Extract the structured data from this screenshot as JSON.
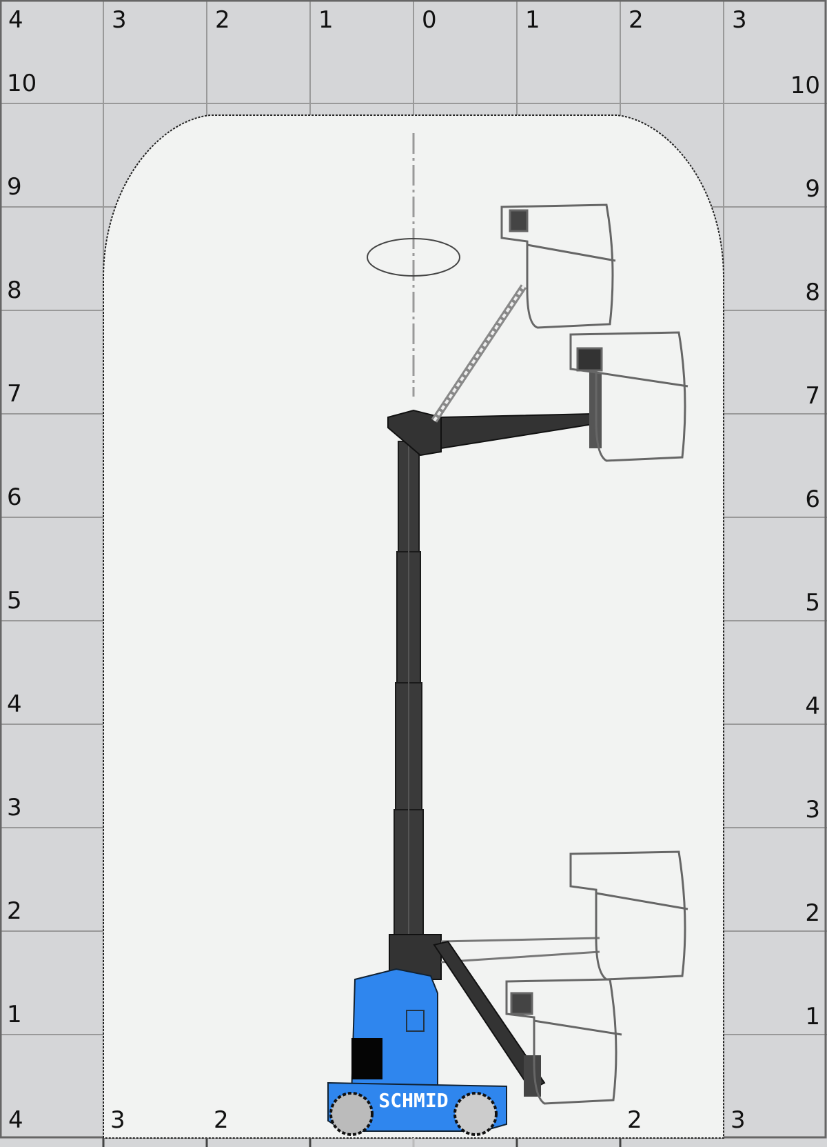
{
  "diagram": {
    "title": "Working range diagram",
    "x_axis_top": [
      "4",
      "3",
      "2",
      "1",
      "0",
      "1",
      "2",
      "3"
    ],
    "x_axis_bottom": [
      "4",
      "3",
      "2",
      "2",
      "3"
    ],
    "y_axis_left": [
      "10",
      "9",
      "8",
      "7",
      "6",
      "5",
      "4",
      "3",
      "2",
      "1"
    ],
    "y_axis_right": [
      "10",
      "9",
      "8",
      "7",
      "6",
      "5",
      "4",
      "3",
      "2",
      "1"
    ],
    "brand_label": "SCHMID",
    "colors": {
      "grid_bg": "#d5d6d8",
      "envelope": "#f2f3f2",
      "machine_blue": "#2f86ee",
      "steel": "#3a3a3a"
    }
  }
}
